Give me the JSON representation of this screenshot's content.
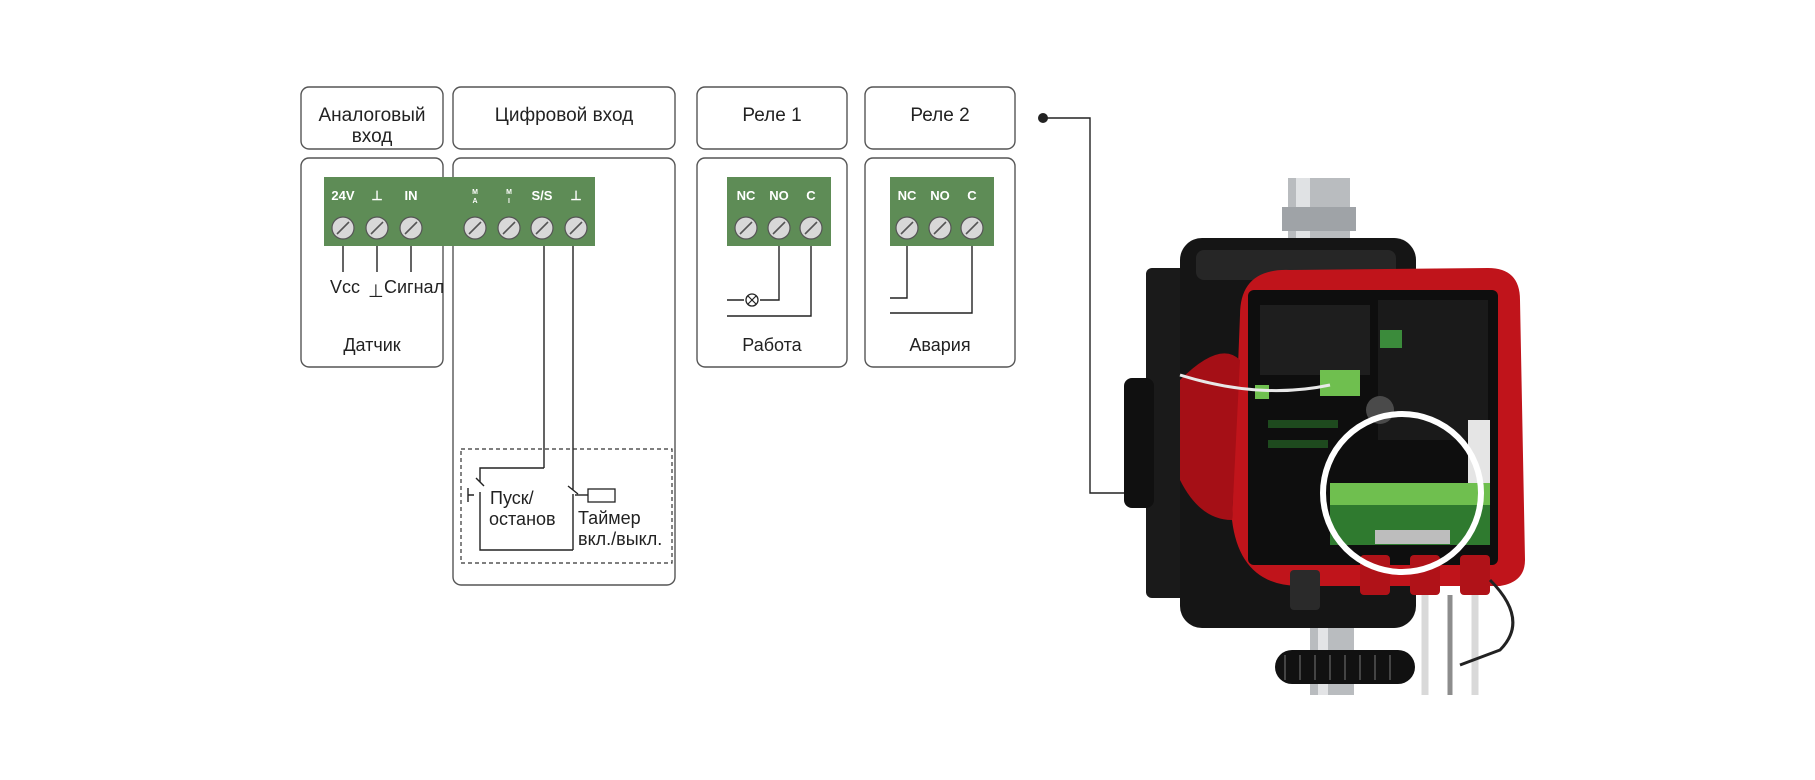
{
  "sections": {
    "analog_input": {
      "title_line1": "Аналоговый",
      "title_line2": "вход",
      "terminals": [
        "24V",
        "⊥",
        "IN"
      ],
      "wire_labels": [
        "Vcc",
        "⊥",
        "Сигнал"
      ],
      "device": "Датчик"
    },
    "digital_input": {
      "title": "Цифровой вход",
      "terminals": [
        {
          "top": "M",
          "bottom": "A"
        },
        {
          "top": "M",
          "bottom": "I"
        },
        {
          "top": "S/S",
          "bottom": ""
        },
        {
          "top": "⊥",
          "bottom": ""
        }
      ],
      "start_stop_line1": "Пуск/",
      "start_stop_line2": "останов",
      "timer_line1": "Таймер",
      "timer_line2": "вкл./выкл."
    },
    "relay1": {
      "title": "Реле 1",
      "terminals": [
        "NC",
        "NO",
        "C"
      ],
      "device": "Работа"
    },
    "relay2": {
      "title": "Реле 2",
      "terminals": [
        "NC",
        "NO",
        "C"
      ],
      "device": "Авария"
    }
  },
  "colors": {
    "terminal_block": "#5e8c56",
    "pump_housing": "#c0141b",
    "pump_body": "#151515",
    "frame": "#555555"
  }
}
